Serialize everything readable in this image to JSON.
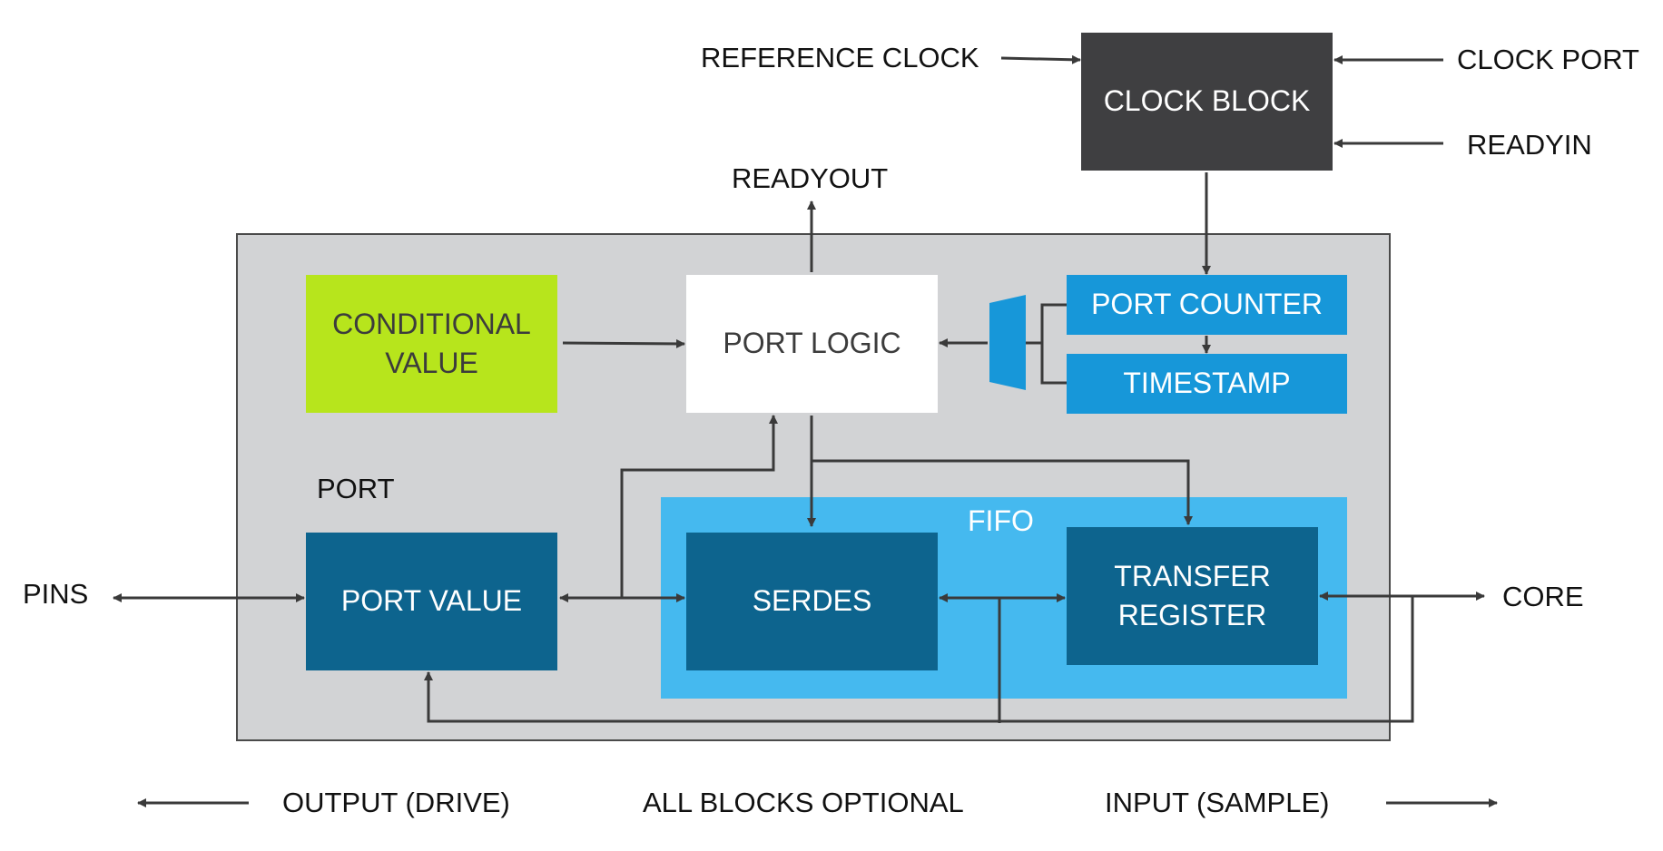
{
  "colors": {
    "clock_block": "#3f3f41",
    "port_container": "#d2d3d5",
    "conditional_value": "#b7e51c",
    "port_logic": "#ffffff",
    "timestamp_blocks": "#1797d9",
    "fifo": "#45b9ef",
    "data_blocks": "#0d648e",
    "wires": "#3a3a3a"
  },
  "blocks": {
    "clock_block": "CLOCK BLOCK",
    "conditional_value": [
      "CONDITIONAL",
      "VALUE"
    ],
    "port_logic": "PORT LOGIC",
    "port_counter": "PORT COUNTER",
    "timestamp": "TIMESTAMP",
    "port_value": "PORT VALUE",
    "serdes": "SERDES",
    "transfer_register": [
      "TRANSFER",
      "REGISTER"
    ],
    "fifo": "FIFO",
    "port": "PORT"
  },
  "signals": {
    "reference_clock": "REFERENCE CLOCK",
    "clock_port": "CLOCK PORT",
    "readyin": "READYIN",
    "readyout": "READYOUT",
    "pins": "PINS",
    "core": "CORE"
  },
  "legend": {
    "output": "OUTPUT (DRIVE)",
    "all_optional": "ALL BLOCKS OPTIONAL",
    "input": "INPUT (SAMPLE)"
  }
}
